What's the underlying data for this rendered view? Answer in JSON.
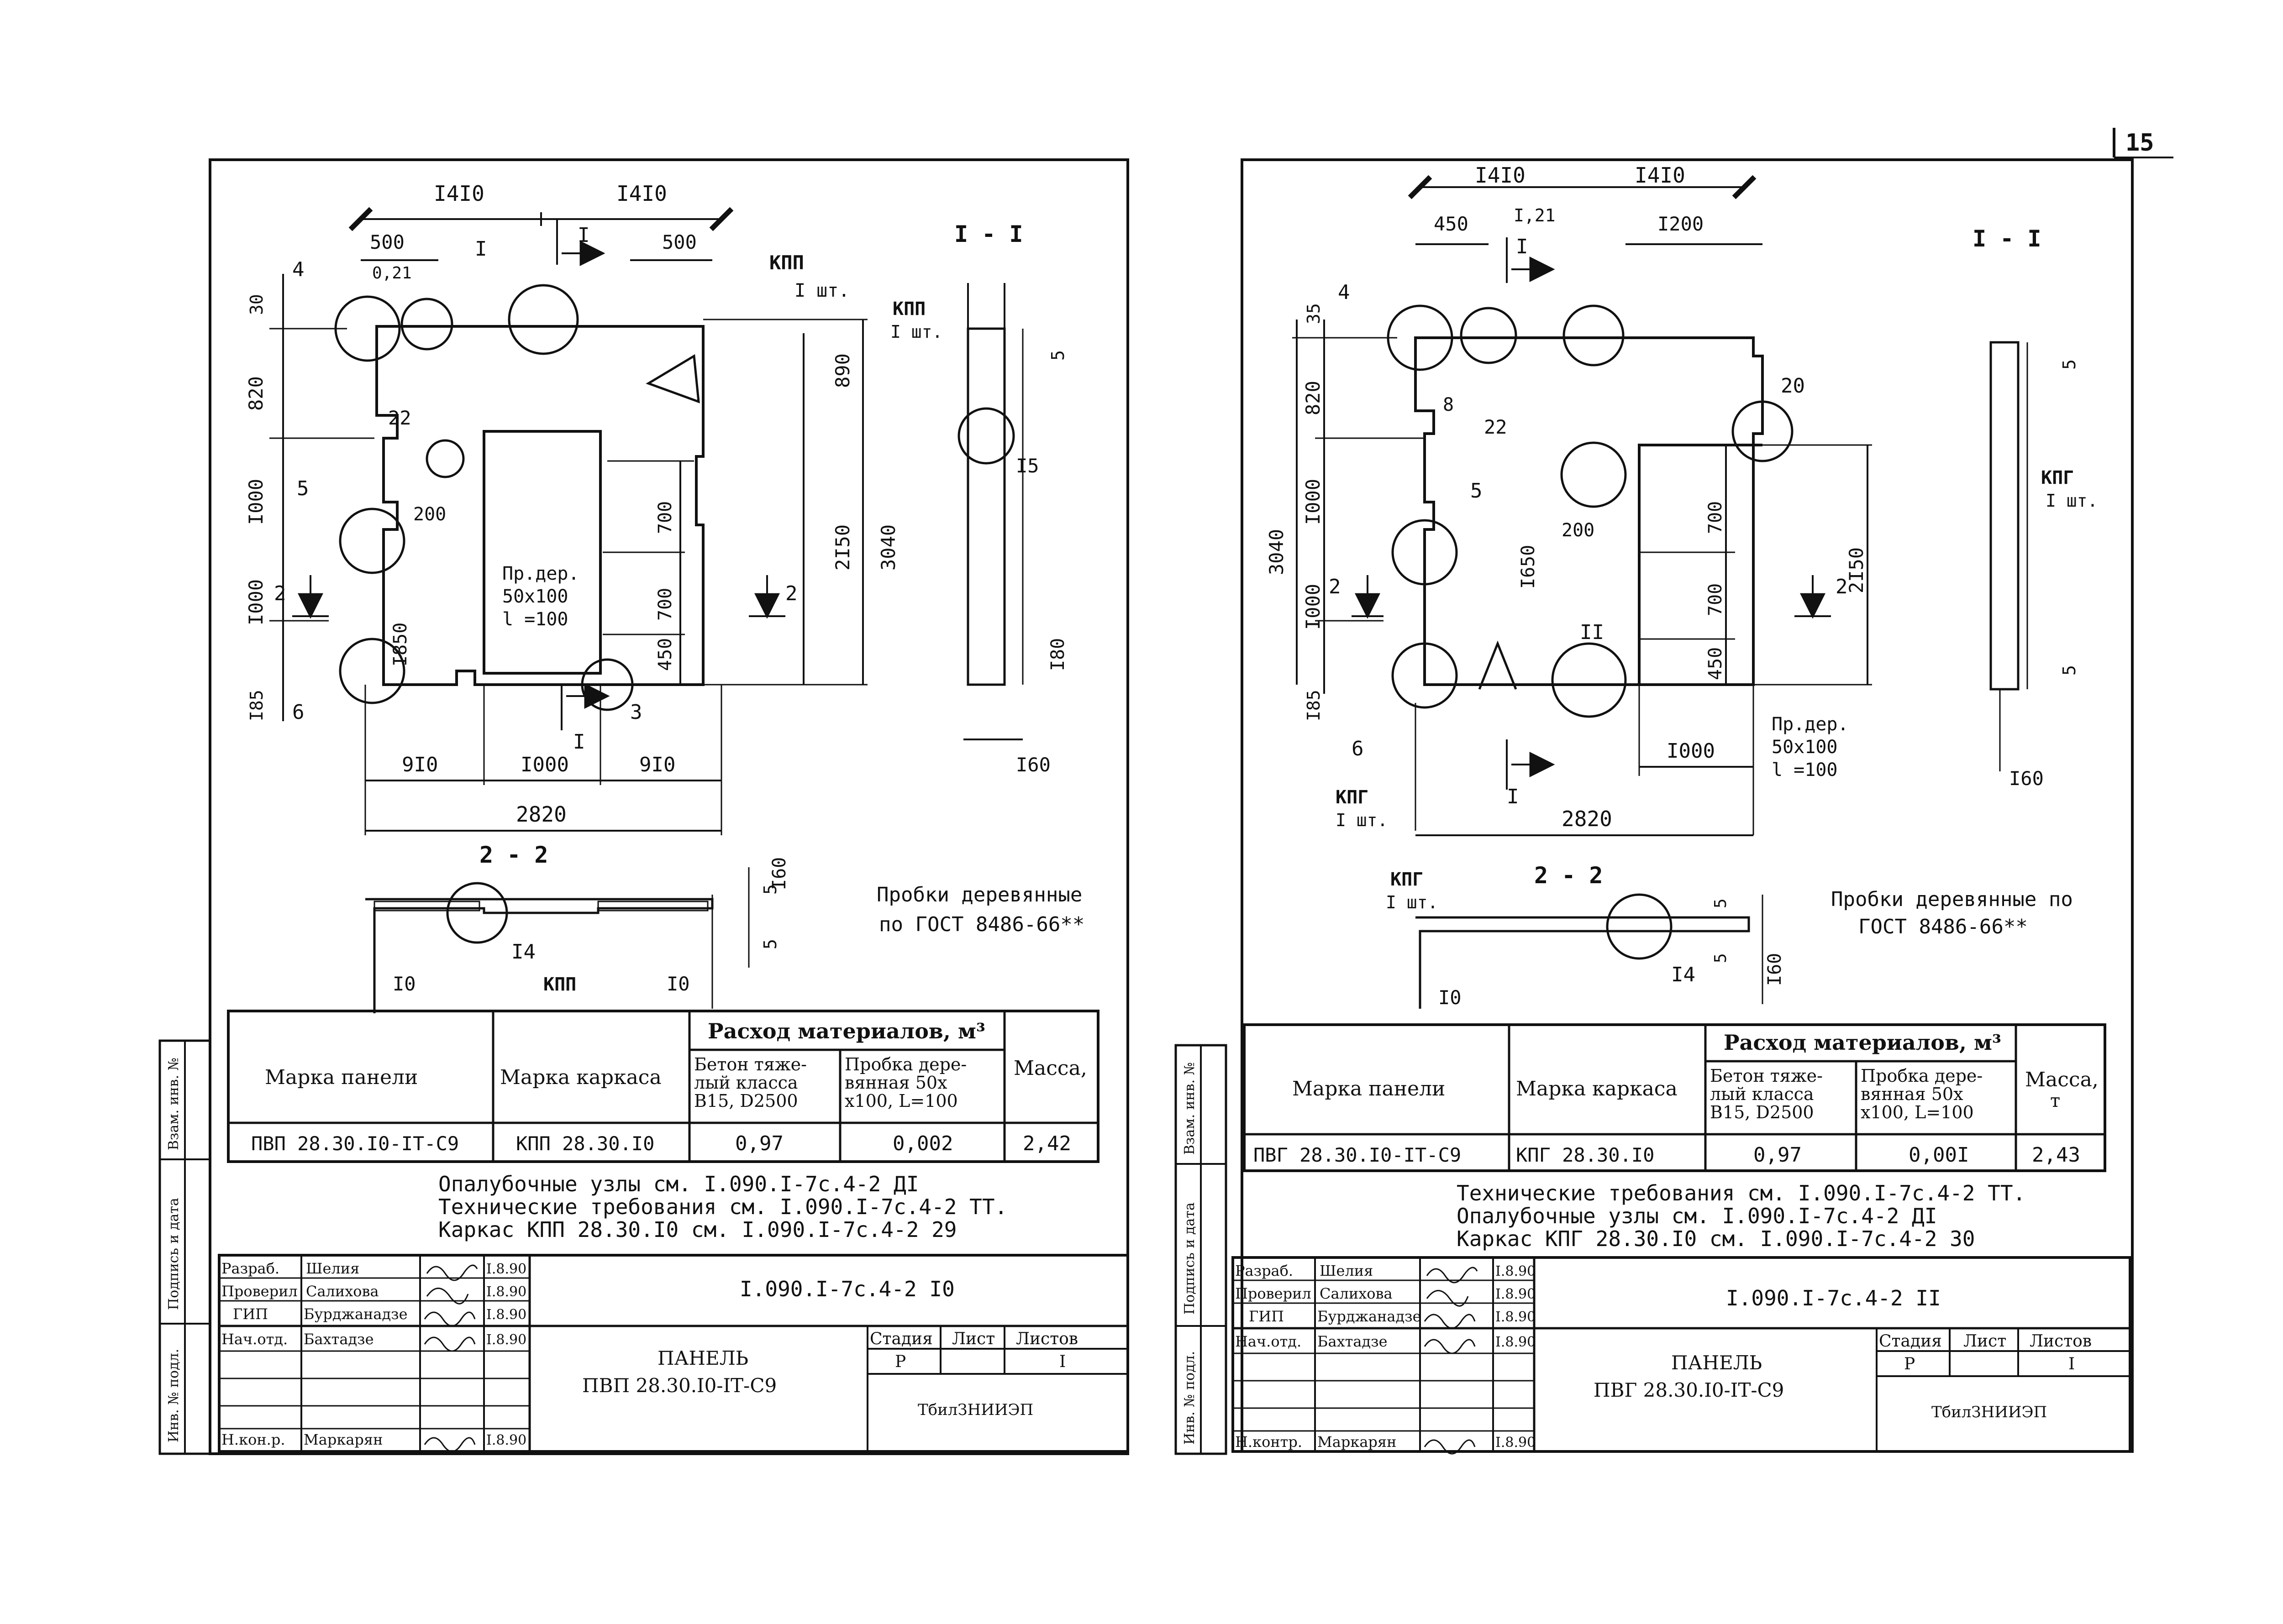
{
  "page_number": "15",
  "sheets": [
    {
      "section_1_1": "I - I",
      "section_2_2": "2 - 2",
      "dims": {
        "top_a": "I4I0",
        "top_b": "I4I0",
        "d500a": "500",
        "d500b": "500",
        "d021": "0,21",
        "d30": "30",
        "d820": "820",
        "d1000a": "I000",
        "d1000b": "I000",
        "d185": "I85",
        "d890": "890",
        "d2150": "2I50",
        "d3040": "3040",
        "d1850": "I850",
        "d200": "200",
        "d700a": "700",
        "d700b": "700",
        "d450": "450",
        "b910a": "9I0",
        "b1000": "I000",
        "b910b": "9I0",
        "b2820": "2820",
        "s_i5": "I5",
        "s_i80": "I80",
        "s_i60": "I60",
        "s_5": "5",
        "s2_i60": "I60",
        "s2_5a": "5",
        "s2_5b": "5",
        "s2_i0a": "I0",
        "s2_i0b": "I0"
      },
      "callouts": {
        "c4": "4",
        "cI": "I",
        "c22": "22",
        "c5": "5",
        "c2": "2",
        "c6": "6",
        "c3": "3",
        "c2r": "2",
        "cIcut": "I",
        "cIcut2": "I",
        "c14": "I4"
      },
      "kpp_label": "КПП",
      "kpp_qty": "I шт.",
      "kpp_label_s": "КПП",
      "kpp_qty_s": "I шт.",
      "kpp_label_2": "КПП",
      "probe": [
        "Пр.дер.",
        "50x100",
        "l =100"
      ],
      "wood_note": [
        "Пробки деревянные",
        "по ГОСТ 8486-66**"
      ],
      "table": {
        "h_mark": "Марка панели",
        "h_frame": "Марка каркаса",
        "h_consumption": "Расход материалов, м³",
        "h_concrete": [
          "Бетон тяже-",
          "лый класса",
          "В15, D2500"
        ],
        "h_wood": [
          "Пробка дере-",
          "вянная  50x",
          "x100, L=100"
        ],
        "h_mass": "Масса,",
        "mark": "ПВП 28.30.I0-IТ-С9",
        "frame": "КПП 28.30.I0",
        "concrete": "0,97",
        "wood": "0,002",
        "mass": "2,42"
      },
      "notes": [
        "Опалубочные узлы см. I.090.I-7с.4-2 ДI",
        "Технические требования см. I.090.I-7с.4-2 ТТ.",
        "Каркас КПП 28.30.I0 см. I.090.I-7с.4-2 29"
      ],
      "stamp": {
        "roles": [
          "Разраб.",
          "Проверил",
          "ГИП",
          "Нач.отд.",
          "",
          "",
          "Н.кон.р."
        ],
        "names": [
          "Шелия",
          "Салихова",
          "Бурджанадзе",
          "Бахтадзе",
          "",
          "",
          "Маркарян"
        ],
        "dates": [
          "I.8.90",
          "I.8.90",
          "I.8.90",
          "I.8.90",
          "",
          "",
          "I.8.90"
        ],
        "code": "I.090.I-7с.4-2 I0",
        "title": [
          "ПАНЕЛЬ",
          "ПВП 28.30.I0-IТ-С9"
        ],
        "stage_h": "Стадия",
        "sheet_h": "Лист",
        "sheets_h": "Листов",
        "stage": "Р",
        "sheets": "I",
        "org": "ТбилЗНИИЭП"
      },
      "side": [
        "Взам. инв. №",
        "Подпись и дата",
        "Инв. № подл."
      ]
    },
    {
      "section_1_1": "I - I",
      "section_2_2": "2 - 2",
      "dims": {
        "top_a": "I4I0",
        "top_b": "I4I0",
        "d450": "450",
        "d121": "I,21",
        "d1200": "I200",
        "d35": "35",
        "d820": "820",
        "d1000a": "I000",
        "d1000b": "I000",
        "d185": "I85",
        "d3040": "3040",
        "d8": "8",
        "d1650": "I650",
        "d200": "200",
        "d700a": "700",
        "d700b": "700",
        "d450b": "450",
        "d2150": "2I50",
        "b1000": "I000",
        "b2820": "2820",
        "s_5a": "5",
        "s_5b": "5",
        "s_i60": "I60",
        "s2_5a": "5",
        "s2_5b": "5",
        "s2_i60": "I60",
        "s2_i0": "I0"
      },
      "callouts": {
        "c4": "4",
        "cI": "I",
        "c22": "22",
        "c5": "5",
        "c20": "20",
        "c2": "2",
        "c2r": "2",
        "cII": "II",
        "c6": "6",
        "cIcut": "I",
        "c14": "I4"
      },
      "kpg_label": "КПГ",
      "kpg_qty": "I шт.",
      "kpg_label_s": "КПГ",
      "kpg_qty_s": "I шт.",
      "kpg_label_2": "КПГ",
      "kpg_qty_2": "I шт.",
      "probe": [
        "Пр.дер.",
        "50x100",
        "l =100"
      ],
      "wood_note": [
        "Пробки деревянные по",
        "ГОСТ 8486-66**"
      ],
      "table": {
        "h_mark": "Марка панели",
        "h_frame": "Марка каркаса",
        "h_consumption": "Расход материалов, м³",
        "h_concrete": [
          "Бетон тяже-",
          "лый класса",
          "В15, D2500"
        ],
        "h_wood": [
          "Пробка дере-",
          "вянная  50x",
          "x100, L=100"
        ],
        "h_mass": [
          "Масса,",
          "т"
        ],
        "mark": "ПВГ 28.30.I0-IТ-С9",
        "frame": "КПГ 28.30.I0",
        "concrete": "0,97",
        "wood": "0,00I",
        "mass": "2,43"
      },
      "notes": [
        "Технические требования см. I.090.I-7с.4-2 ТТ.",
        "Опалубочные узлы см. I.090.I-7с.4-2 ДI",
        "Каркас КПГ 28.30.I0 см. I.090.I-7с.4-2 30"
      ],
      "stamp": {
        "roles": [
          "Разраб.",
          "Проверил",
          "ГИП",
          "Нач.отд.",
          "",
          "",
          "Н.контр."
        ],
        "names": [
          "Шелия",
          "Салихова",
          "Бурджанадзе",
          "Бахтадзе",
          "",
          "",
          "Маркарян"
        ],
        "dates": [
          "I.8.90",
          "I.8.90",
          "I.8.90",
          "I.8.90",
          "",
          "",
          "I.8.90"
        ],
        "code": "I.090.I-7с.4-2 II",
        "title": [
          "ПАНЕЛЬ",
          "ПВГ 28.30.I0-IТ-С9"
        ],
        "stage_h": "Стадия",
        "sheet_h": "Лист",
        "sheets_h": "Листов",
        "stage": "Р",
        "sheets": "I",
        "org": "ТбилЗНИИЭП"
      },
      "side": [
        "Взам. инв. №",
        "Подпись и дата",
        "Инв. № подл."
      ]
    }
  ]
}
